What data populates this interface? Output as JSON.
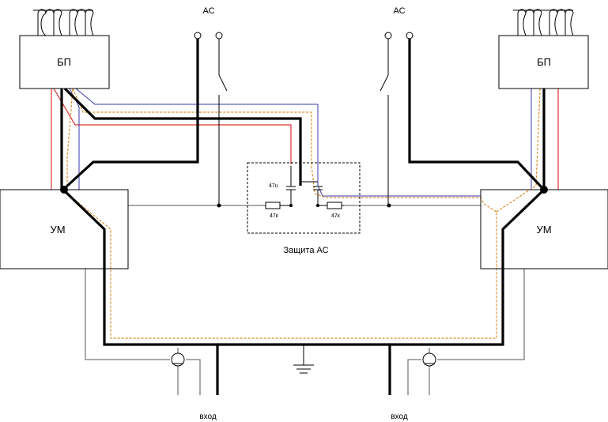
{
  "labels": {
    "psu_left": "БП",
    "psu_right": "БП",
    "amp_left": "УМ",
    "amp_right": "УМ",
    "speaker_left": "АС",
    "speaker_right": "АС",
    "protection": "Защита АС",
    "capacitor": "47u",
    "resistor_left": "47к",
    "resistor_right": "47к",
    "input_left": "вход",
    "input_right": "вход"
  },
  "colors": {
    "wire_black": "#000000",
    "wire_red": "#e03030",
    "wire_blue": "#3a3aa8",
    "wire_orange": "#e08a2a",
    "wire_gray": "#555555"
  }
}
